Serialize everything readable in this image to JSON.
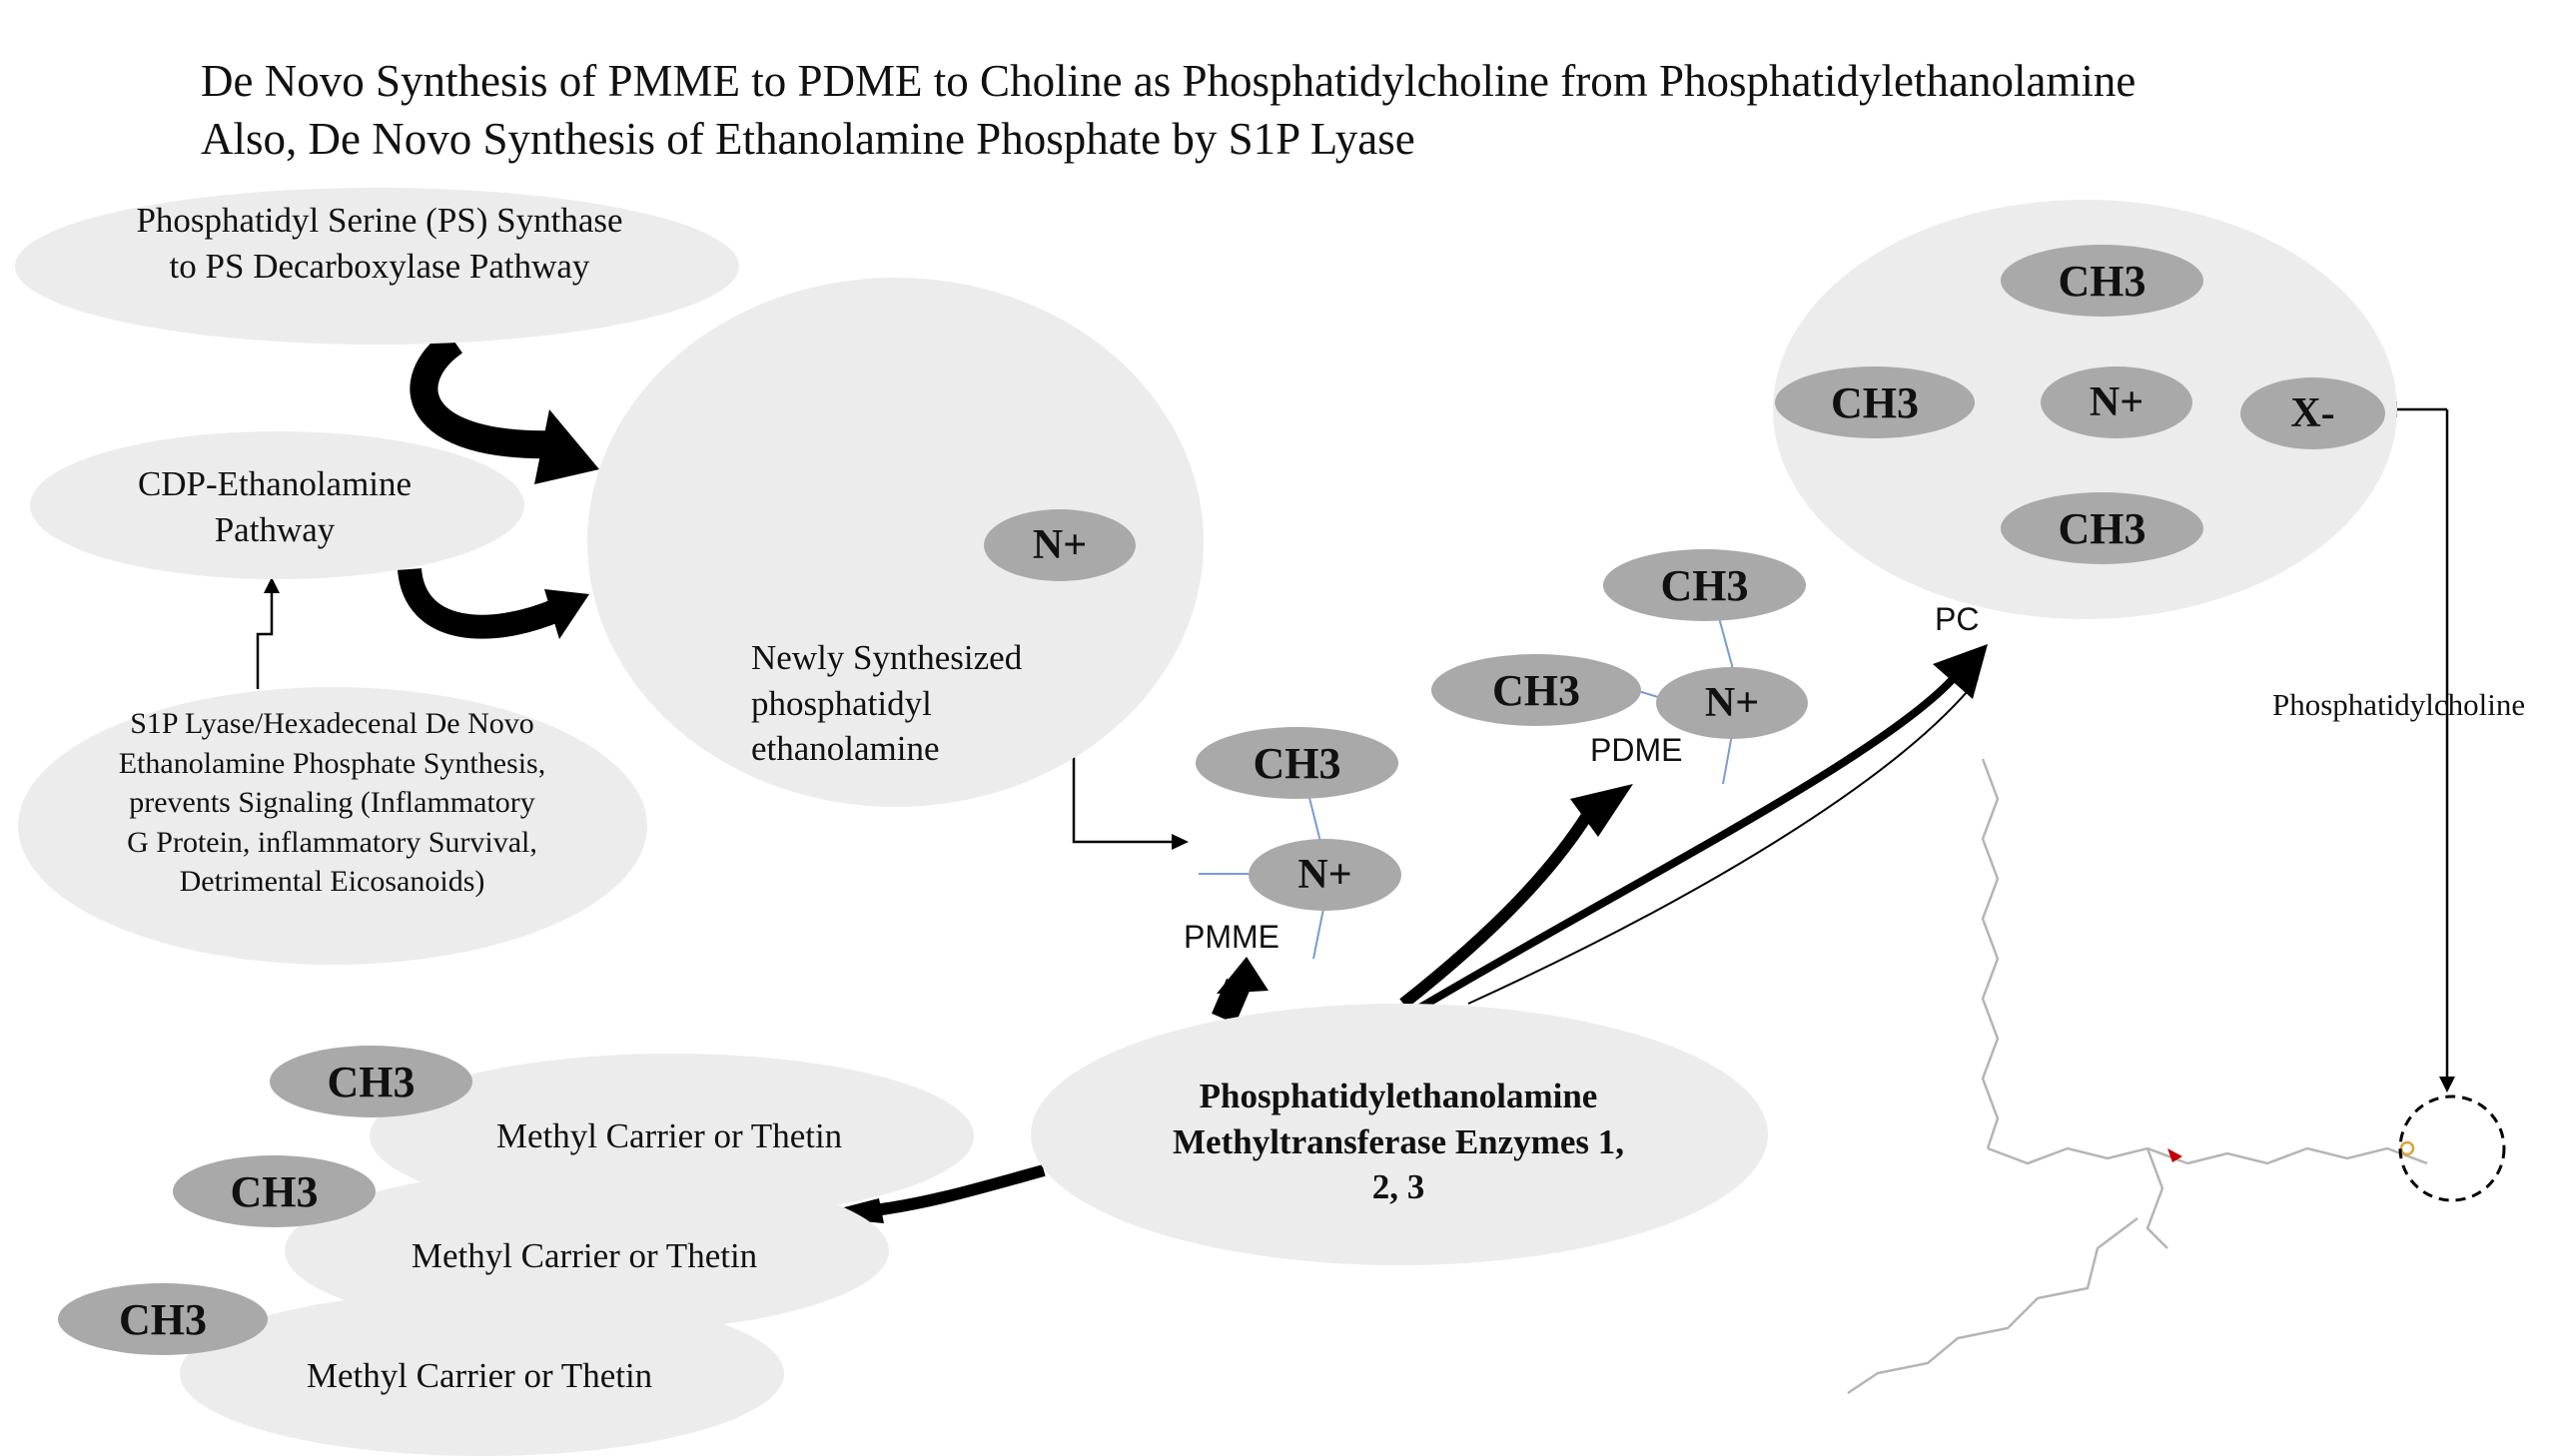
{
  "title": {
    "line1": "De Novo Synthesis of PMME to PDME to Choline as Phosphatidylcholine from Phosphatidylethanolamine",
    "line2": "Also, De Novo Synthesis of Ethanolamine Phosphate by S1P Lyase"
  },
  "nodes": {
    "ps_pathway": "Phosphatidyl Serine (PS) Synthase to PS Decarboxylase Pathway",
    "cdp_pathway": "CDP-Ethanolamine Pathway",
    "s1p_lyase": "S1P Lyase/Hexadecenal De Novo Ethanolamine Phosphate Synthesis, prevents Signaling (Inflammatory G Protein, inflammatory Survival, Detrimental Eicosanoids)",
    "new_pe": "Newly Synthesized phosphatidyl ethanolamine",
    "enzymes": "Phosphatidylethanolamine Methyltransferase Enzymes 1, 2, 3",
    "methyl_carrier": "Methyl Carrier or Thetin"
  },
  "groups": {
    "ch3": "CH3",
    "n_plus": "N+",
    "x_minus": "X-"
  },
  "labels": {
    "pmme": "PMME",
    "pdme": "PDME",
    "pc": "PC",
    "phosphatidylcholine": "Phosphatidylcholine"
  },
  "colors": {
    "node_fill": "#ececec",
    "group_fill": "#a9a9a9",
    "bond_line": "#7b9bd1",
    "arrow": "#000000"
  }
}
